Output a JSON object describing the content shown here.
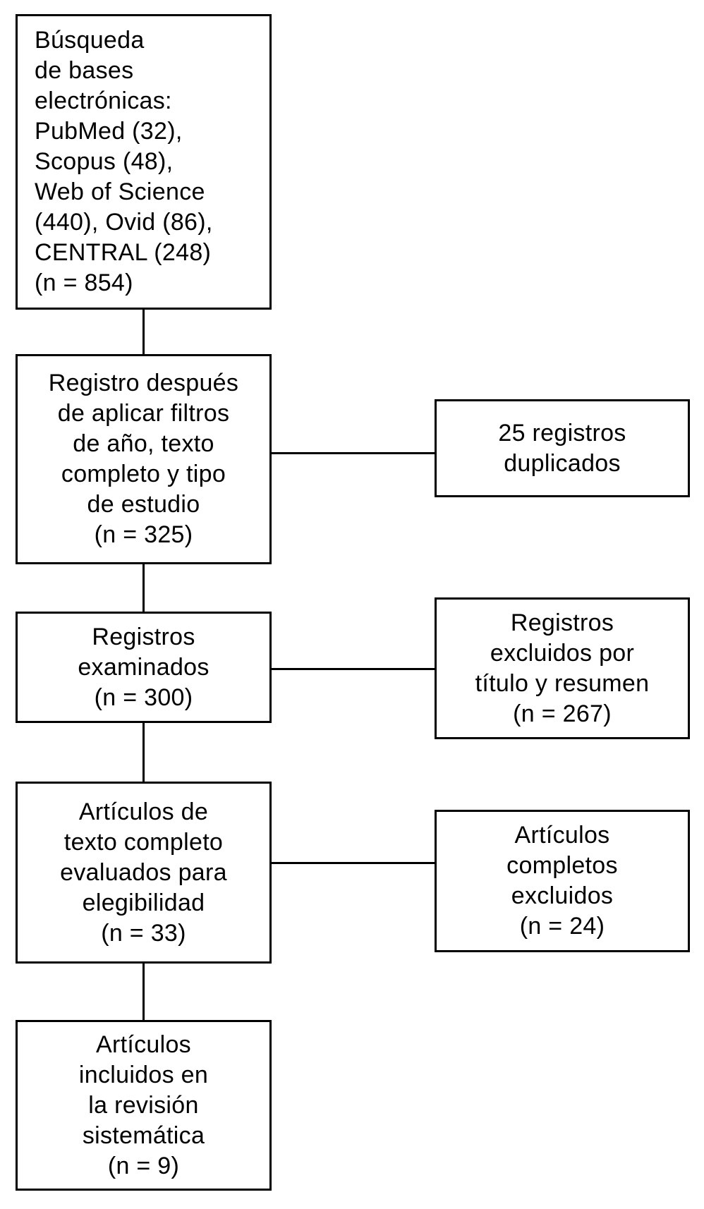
{
  "diagram": {
    "type": "prisma-flowchart",
    "colors": {
      "border": "#000000",
      "background": "#ffffff",
      "text": "#000000"
    },
    "main_column": [
      {
        "id": "database-search",
        "n": 854,
        "text": "Búsqueda\nde bases\nelectrónicas:\nPubMed (32),\nScopus (48),\nWeb of Science\n(440), Ovid (86),\nCENTRAL (248)\n(n = 854)"
      },
      {
        "id": "after-filters",
        "n": 325,
        "text": "Registro después\nde aplicar filtros\nde año, texto\ncompleto y tipo\nde estudio\n(n = 325)"
      },
      {
        "id": "records-screened",
        "n": 300,
        "text": "Registros\nexaminados\n(n = 300)"
      },
      {
        "id": "fulltext-assessed",
        "n": 33,
        "text": "Artículos de\ntexto completo\nevaluados para\nelegibilidad\n(n = 33)"
      },
      {
        "id": "included-review",
        "n": 9,
        "text": "Artículos\nincluidos en\nla revisión\nsistemática\n(n = 9)"
      }
    ],
    "side_column": [
      {
        "id": "duplicates",
        "n": 25,
        "text": "25 registros\nduplicados"
      },
      {
        "id": "excluded-title-abstract",
        "n": 267,
        "text": "Registros\nexcluidos por\ntítulo y resumen\n(n = 267)"
      },
      {
        "id": "excluded-fulltext",
        "n": 24,
        "text": "Artículos\ncompletos\nexcluidos\n(n = 24)"
      }
    ]
  }
}
